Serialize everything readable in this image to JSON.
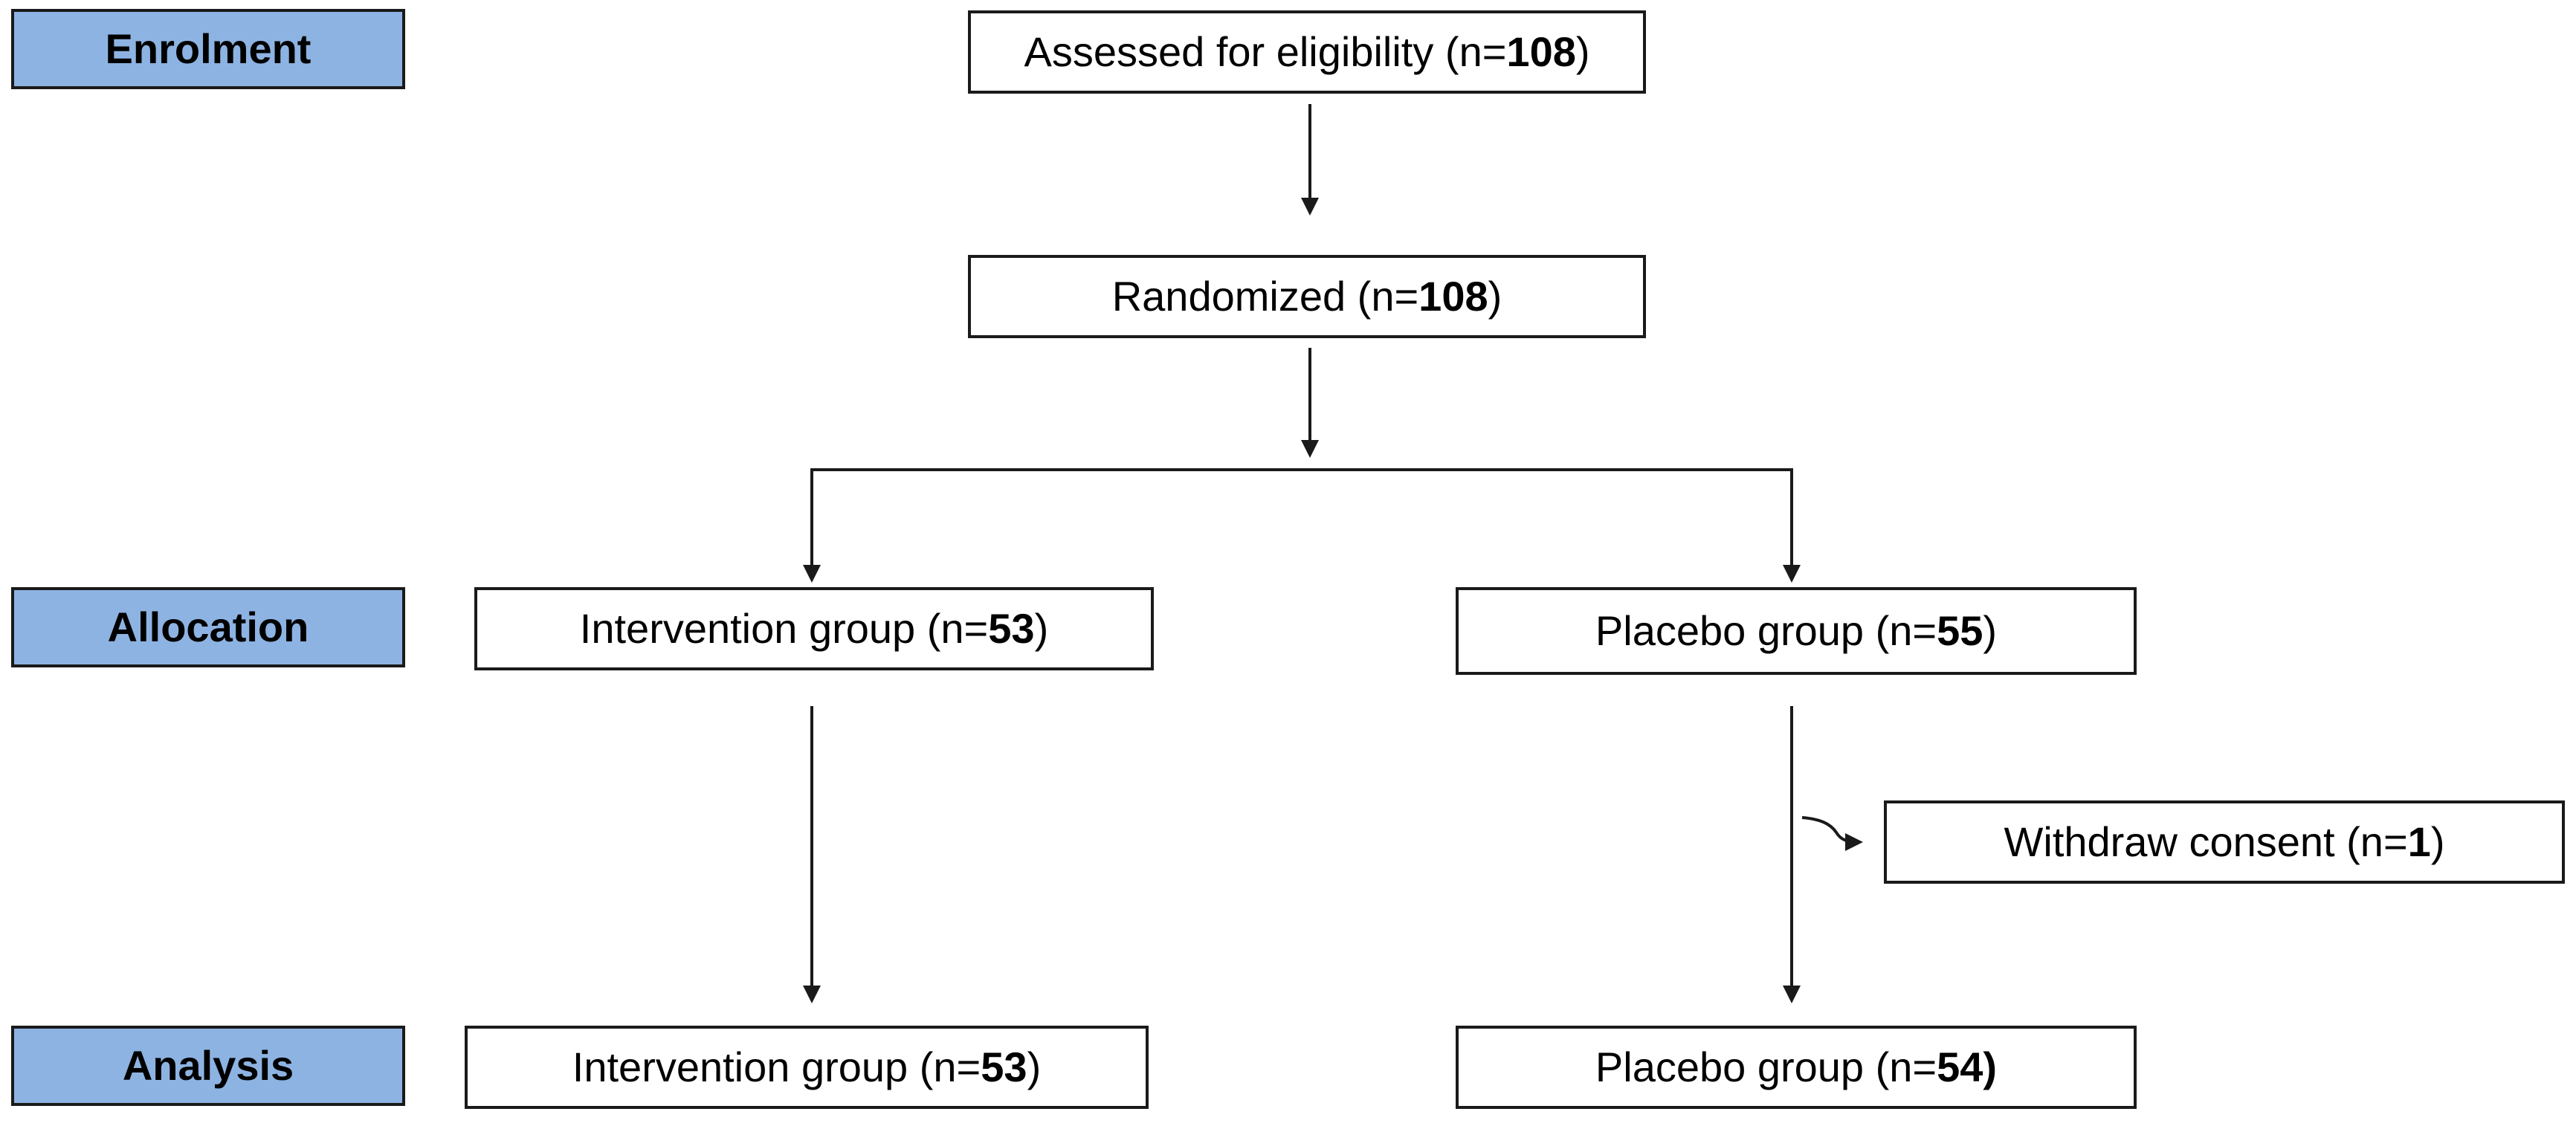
{
  "stages": {
    "enrolment": "Enrolment",
    "allocation": "Allocation",
    "analysis": "Analysis"
  },
  "boxes": {
    "assessed": {
      "text": "Assessed for eligibility (n=",
      "n": "108",
      "close": ")"
    },
    "randomized": {
      "text": "Randomized (n=",
      "n": "108",
      "close": ")"
    },
    "intervention_alloc": {
      "text": "Intervention group (n=",
      "n": "53",
      "close": ")"
    },
    "placebo_alloc": {
      "text": "Placebo group (n=",
      "n": "55",
      "close": ")"
    },
    "withdraw": {
      "text": "Withdraw consent (n=",
      "n": "1",
      "close": ")"
    },
    "intervention_analysis": {
      "text": "Intervention group (n=",
      "n": "53",
      "close": ")"
    },
    "placebo_analysis": {
      "text": "Placebo group (n=",
      "n": "54",
      "close": ")"
    }
  },
  "colors": {
    "stage_fill": "#8db3e2",
    "border": "#1a1a1a"
  }
}
